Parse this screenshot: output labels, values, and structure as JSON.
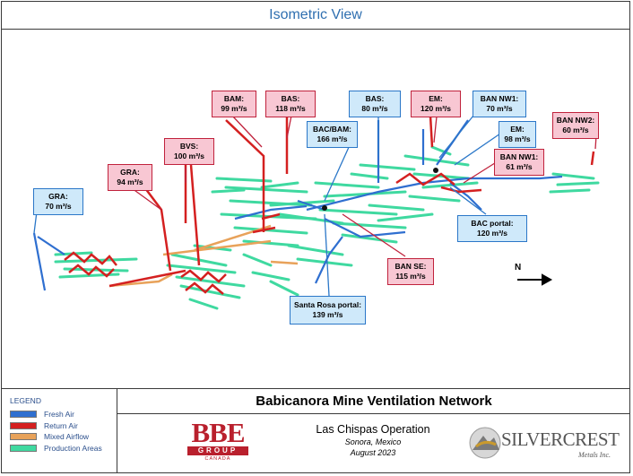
{
  "header": {
    "title": "Isometric View"
  },
  "labels": [
    {
      "id": "gra-w",
      "name": "GRA:",
      "flow": "70 m³/s",
      "type": "fresh"
    },
    {
      "id": "gra",
      "name": "GRA:",
      "flow": "94 m³/s",
      "type": "return"
    },
    {
      "id": "bvs",
      "name": "BVS:",
      "flow": "100 m³/s",
      "type": "return"
    },
    {
      "id": "bam",
      "name": "BAM:",
      "flow": "99 m³/s",
      "type": "return"
    },
    {
      "id": "bas-r",
      "name": "BAS:",
      "flow": "118 m³/s",
      "type": "return"
    },
    {
      "id": "bas-f",
      "name": "BAS:",
      "flow": "80 m³/s",
      "type": "fresh"
    },
    {
      "id": "bacbam",
      "name": "BAC/BAM:",
      "flow": "166 m³/s",
      "type": "fresh"
    },
    {
      "id": "em-r",
      "name": "EM:",
      "flow": "120 m³/s",
      "type": "return"
    },
    {
      "id": "bannw1-f",
      "name": "BAN NW1:",
      "flow": "70 m³/s",
      "type": "fresh"
    },
    {
      "id": "em-f",
      "name": "EM:",
      "flow": "98 m³/s",
      "type": "fresh"
    },
    {
      "id": "bannw2",
      "name": "BAN NW2:",
      "flow": "60 m³/s",
      "type": "return"
    },
    {
      "id": "bannw1-r",
      "name": "BAN NW1:",
      "flow": "61 m³/s",
      "type": "return"
    },
    {
      "id": "bacportal",
      "name": "BAC portal:",
      "flow": "120 m³/s",
      "type": "fresh"
    },
    {
      "id": "banse",
      "name": "BAN SE:",
      "flow": "115 m³/s",
      "type": "return"
    },
    {
      "id": "santarosa",
      "name": "Santa Rosa portal:",
      "flow": "139 m³/s",
      "type": "fresh"
    }
  ],
  "compass": {
    "label": "N"
  },
  "colors": {
    "fresh": "#2f6fd0",
    "return": "#d42020",
    "mixed": "#e8a25a",
    "production": "#3fd9a0",
    "fresh_label_bg": "#cfe9fa",
    "return_label_bg": "#f8c7d3"
  },
  "legend": {
    "title": "LEGEND",
    "items": [
      {
        "label": "Fresh Air",
        "color": "#2f6fd0"
      },
      {
        "label": "Return Air",
        "color": "#d42020"
      },
      {
        "label": "Mixed Airflow",
        "color": "#e8a25a"
      },
      {
        "label": "Production Areas",
        "color": "#3fd9a0"
      }
    ]
  },
  "footer": {
    "title": "Babicanora Mine Ventilation Network",
    "operation": "Las Chispas Operation",
    "location": "Sonora, Mexico",
    "date": "August 2023"
  },
  "logos": {
    "bbe": {
      "main": "BBE",
      "group": "GROUP",
      "country": "CANADA"
    },
    "silvercrest": {
      "name": "SILVERCREST",
      "sub": "Metals Inc."
    }
  }
}
